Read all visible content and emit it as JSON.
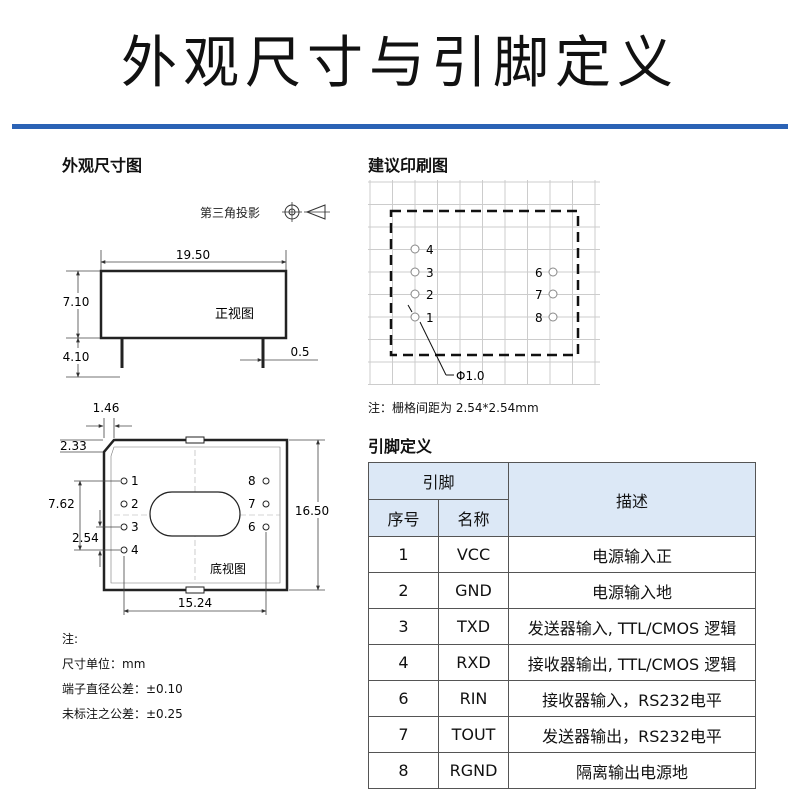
{
  "title": "外观尺寸与引脚定义",
  "colors": {
    "accent": "#2b63b5",
    "table_header_bg": "#dce8f6",
    "grid": "#cccccc"
  },
  "left_panel": {
    "heading": "外观尺寸图",
    "projection_label": "第三角投影",
    "front_view": {
      "label": "正视图",
      "dims": {
        "width": "19.50",
        "height": "7.10",
        "pin_length": "4.10",
        "pin_width": "0.5"
      }
    },
    "bottom_view": {
      "label": "底视图",
      "dims": {
        "offset_x": "1.46",
        "offset_y": "2.33",
        "row_span": "7.62",
        "pin_pitch": "2.54",
        "height": "16.50",
        "col_span": "15.24"
      },
      "left_pins": [
        "1",
        "2",
        "3",
        "4"
      ],
      "right_pins": [
        "8",
        "7",
        "6"
      ]
    },
    "notes": {
      "label": "注:",
      "unit": "尺寸单位：mm",
      "pin_tolerance": "端子直径公差：±0.10",
      "other_tolerance": "未标注之公差：±0.25"
    }
  },
  "right_panel": {
    "heading": "建议印刷图",
    "left_pins": [
      "4",
      "3",
      "2",
      "1"
    ],
    "right_pins": [
      "6",
      "7",
      "8"
    ],
    "hole_label": "Φ1.0",
    "grid_note": "注：栅格间距为 2.54*2.54mm"
  },
  "pin_table": {
    "heading": "引脚定义",
    "group_header": "引脚",
    "col_no": "序号",
    "col_name": "名称",
    "col_desc": "描述",
    "rows": [
      {
        "no": "1",
        "name": "VCC",
        "desc": "电源输入正"
      },
      {
        "no": "2",
        "name": "GND",
        "desc": "电源输入地"
      },
      {
        "no": "3",
        "name": "TXD",
        "desc": "发送器输入, TTL/CMOS 逻辑"
      },
      {
        "no": "4",
        "name": "RXD",
        "desc": "接收器输出, TTL/CMOS 逻辑"
      },
      {
        "no": "6",
        "name": "RIN",
        "desc": "接收器输入，RS232电平"
      },
      {
        "no": "7",
        "name": "TOUT",
        "desc": "发送器输出，RS232电平"
      },
      {
        "no": "8",
        "name": "RGND",
        "desc": "隔离输出电源地"
      }
    ]
  }
}
